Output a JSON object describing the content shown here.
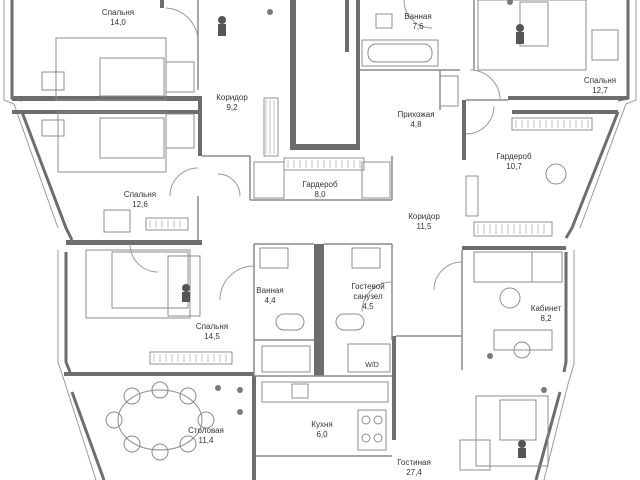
{
  "plan": {
    "colors": {
      "wall": "#6d6d6d",
      "line": "#9a9a9a",
      "furniture": "#8c8c8c",
      "text": "#333333",
      "background": "#ffffff"
    },
    "rooms": [
      {
        "id": "bedroom-top-left",
        "name": "Спальня",
        "area": "14,0"
      },
      {
        "id": "corridor-left",
        "name": "Коридор",
        "area": "9,2"
      },
      {
        "id": "bathroom-top",
        "name": "Ванная",
        "area": "7,6"
      },
      {
        "id": "hallway",
        "name": "Прихожая",
        "area": "4,8"
      },
      {
        "id": "bedroom-top-right",
        "name": "Спальня",
        "area": "12,7"
      },
      {
        "id": "wardrobe-right",
        "name": "Гардероб",
        "area": "10,7"
      },
      {
        "id": "bedroom-mid-left",
        "name": "Спальня",
        "area": "12,6"
      },
      {
        "id": "wardrobe-center",
        "name": "Гардероб",
        "area": "8,0"
      },
      {
        "id": "corridor-center",
        "name": "Коридор",
        "area": "11,5"
      },
      {
        "id": "bathroom-center",
        "name": "Ванная",
        "area": "4,4"
      },
      {
        "id": "guest-wc",
        "name": "Гостевой санузел",
        "area": "4,5"
      },
      {
        "id": "office",
        "name": "Кабинет",
        "area": "8,2"
      },
      {
        "id": "bedroom-lower-left",
        "name": "Спальня",
        "area": "14,5"
      },
      {
        "id": "dining",
        "name": "Столовая",
        "area": "11,4"
      },
      {
        "id": "kitchen",
        "name": "Кухня",
        "area": "6,0"
      },
      {
        "id": "living",
        "name": "Гостиная",
        "area": "27,4"
      }
    ],
    "wd_label": "W/D"
  }
}
